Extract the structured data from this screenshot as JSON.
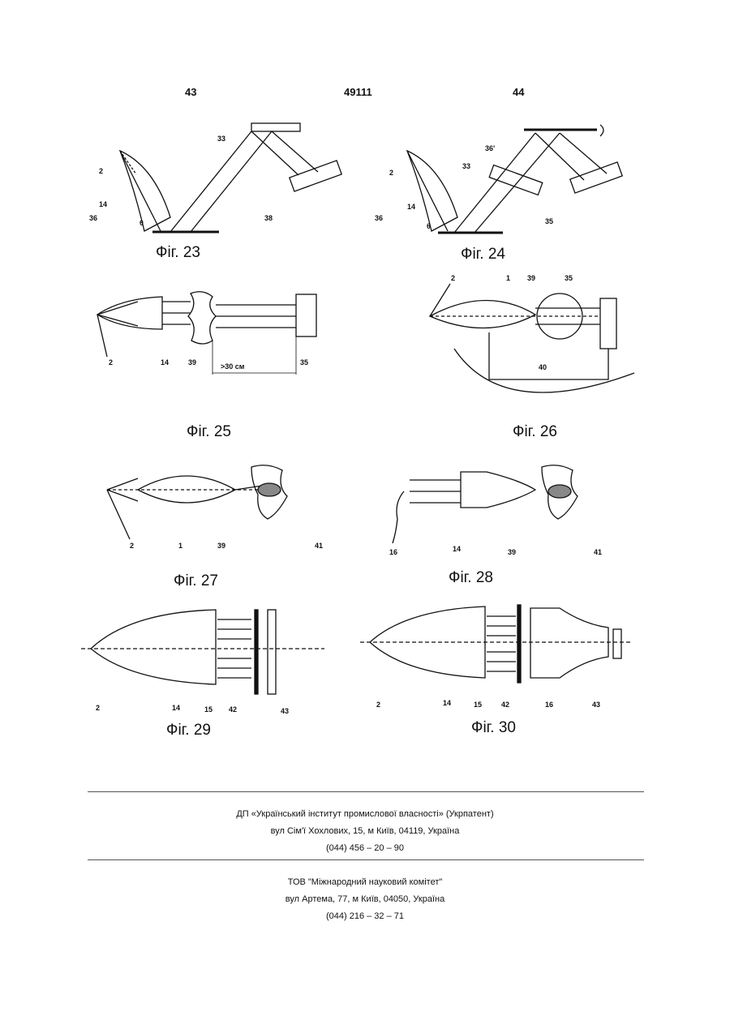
{
  "header": {
    "page_left": "43",
    "doc_number": "49111",
    "page_right": "44"
  },
  "figures": {
    "f23": {
      "caption": "Фіг. 23",
      "labels": [
        "2",
        "14",
        "36",
        "33",
        "38",
        "θ"
      ]
    },
    "f24": {
      "caption": "Фіг. 24",
      "labels": [
        "2",
        "14",
        "36",
        "33",
        "36'",
        "35",
        "θ"
      ]
    },
    "f25": {
      "caption": "Фіг. 25",
      "labels": [
        "2",
        "14",
        "39",
        ">30 см",
        "35"
      ]
    },
    "f26": {
      "caption": "Фіг. 26",
      "labels": [
        "2",
        "1",
        "39",
        "35",
        "40"
      ]
    },
    "f27": {
      "caption": "Фіг. 27",
      "labels": [
        "2",
        "1",
        "39",
        "41"
      ]
    },
    "f28": {
      "caption": "Фіг. 28",
      "labels": [
        "16",
        "14",
        "39",
        "41"
      ]
    },
    "f29": {
      "caption": "Фіг. 29",
      "labels": [
        "2",
        "14",
        "15",
        "42",
        "43"
      ]
    },
    "f30": {
      "caption": "Фіг. 30",
      "labels": [
        "2",
        "14",
        "15",
        "42",
        "16",
        "43"
      ]
    }
  },
  "footer": {
    "org1": "ДП «Український інститут промислової власності» (Укрпатент)",
    "addr1": "вул  Сім'ї Хохлових, 15, м  Київ, 04119, Україна",
    "phone1": "(044) 456 – 20 –  90",
    "org2": "ТОВ \"Міжнародний науковий комітет\"",
    "addr2": "вул  Артема, 77, м  Київ, 04050, Україна",
    "phone2": "(044) 216 – 32 – 71"
  }
}
